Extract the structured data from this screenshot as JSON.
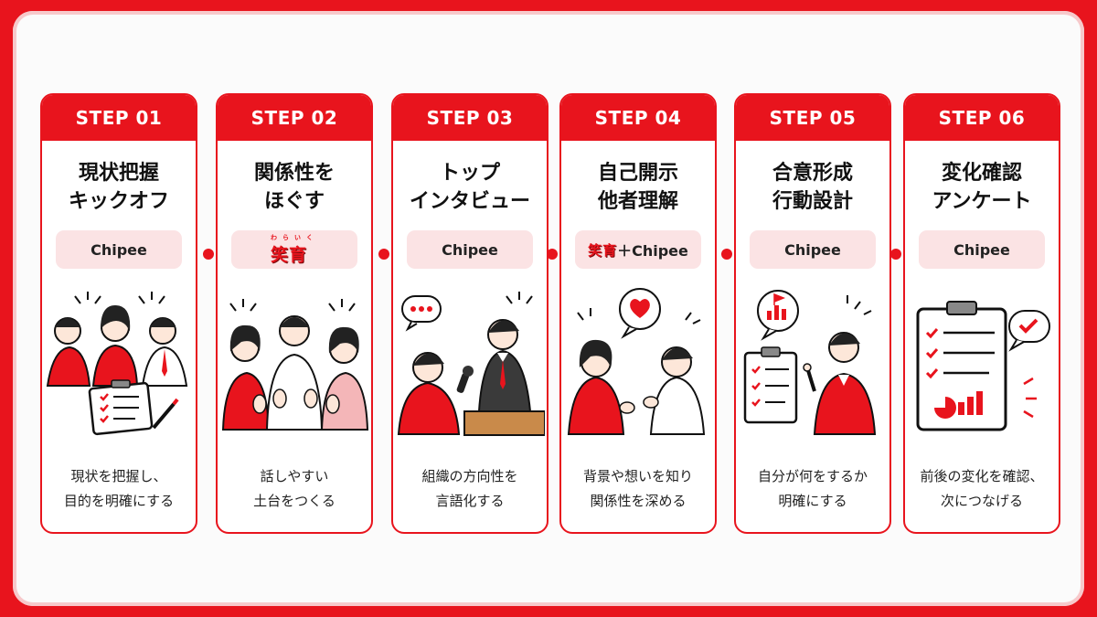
{
  "colors": {
    "accent": "#e8141d",
    "pill": "#fbe3e4"
  },
  "steps": [
    {
      "label": "STEP 01",
      "title": [
        "現状把握",
        "キックオフ"
      ],
      "tool": "Chipee",
      "desc": [
        "現状を把握し、",
        "目的を明確にする"
      ]
    },
    {
      "label": "STEP 02",
      "title": [
        "関係性を",
        "ほぐす"
      ],
      "tool_logo": "笑育",
      "tool_logo_ruby": "わらいく",
      "desc": [
        "話しやすい",
        "土台をつくる"
      ]
    },
    {
      "label": "STEP 03",
      "title": [
        "トップ",
        "インタビュー"
      ],
      "tool": "Chipee",
      "desc": [
        "組織の方向性を",
        "言語化する"
      ]
    },
    {
      "label": "STEP 04",
      "title": [
        "自己開示",
        "他者理解"
      ],
      "tool_logo": "笑育",
      "tool": "＋Chipee",
      "desc": [
        "背景や想いを知り",
        "関係性を深める"
      ]
    },
    {
      "label": "STEP 05",
      "title": [
        "合意形成",
        "行動設計"
      ],
      "tool": "Chipee",
      "desc": [
        "自分が何をするか",
        "明確にする"
      ]
    },
    {
      "label": "STEP 06",
      "title": [
        "変化確認",
        "アンケート"
      ],
      "tool": "Chipee",
      "desc": [
        "前後の変化を確認、",
        "次につなげる"
      ]
    }
  ],
  "icons": [
    "team-meeting-illustration",
    "clipboard-icon",
    "people-clapping-illustration",
    "interview-illustration",
    "speech-bubble-icon",
    "heart-icon",
    "bar-chart-icon",
    "checklist-icon"
  ]
}
